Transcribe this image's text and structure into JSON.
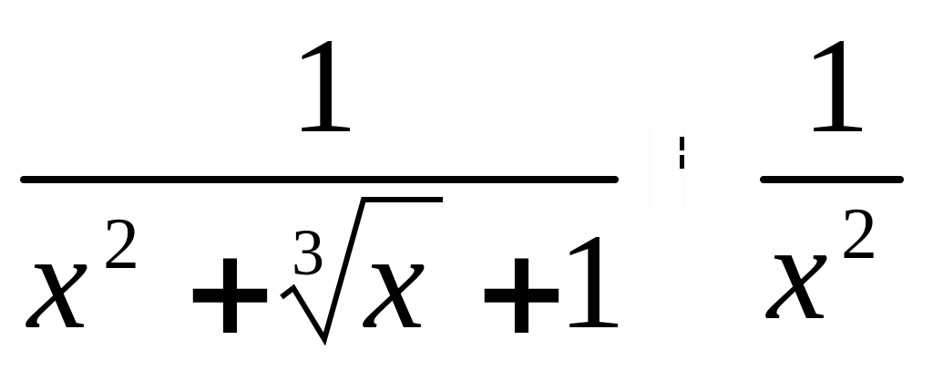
{
  "formula": {
    "left": {
      "numerator": "1",
      "denominator": {
        "base1": "x",
        "exp1": "2",
        "op1": "+",
        "root_index": "3",
        "radicand": "x",
        "op2": "+",
        "constant": "1"
      }
    },
    "right": {
      "numerator": "1",
      "denominator": {
        "base": "x",
        "exp": "2"
      }
    }
  }
}
